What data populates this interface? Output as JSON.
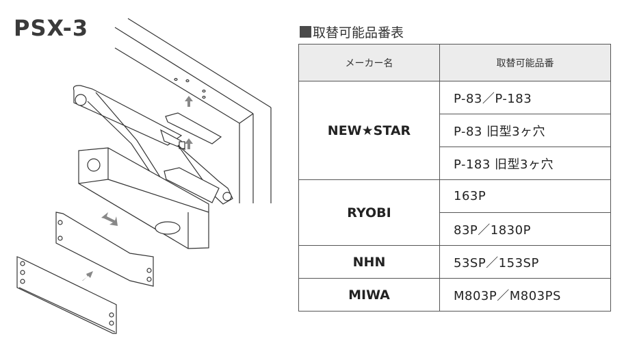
{
  "model": "PSX-3",
  "table_title": "取替可能品番表",
  "table": {
    "headers": [
      "メーカー名",
      "取替可能品番"
    ],
    "groups": [
      {
        "maker": "NEW★STAR",
        "parts": [
          "P-83／P-183",
          "P-83 旧型3ヶ穴",
          "P-183 旧型3ヶ穴"
        ]
      },
      {
        "maker": "RYOBI",
        "parts": [
          "163P",
          "83P／1830P"
        ]
      },
      {
        "maker": "NHN",
        "parts": [
          "53SP／153SP"
        ]
      },
      {
        "maker": "MIWA",
        "parts": [
          "M803P／M803PS"
        ]
      }
    ]
  }
}
